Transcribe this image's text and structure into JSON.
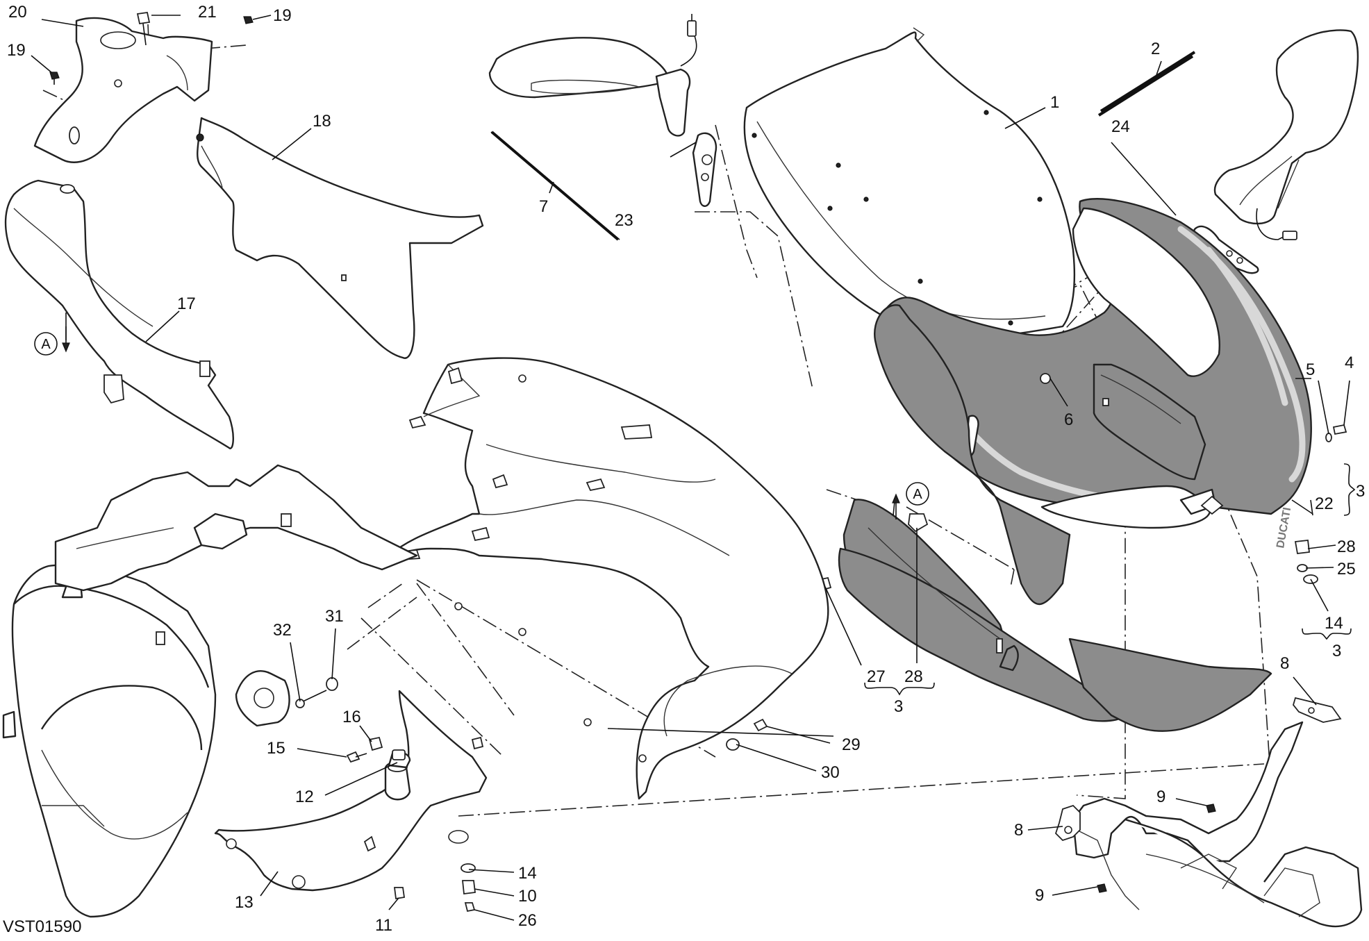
{
  "drawing_code": "VST01590",
  "brand_mark": "DUCATI",
  "view_reference": "A",
  "callouts": {
    "c1": "1",
    "c2": "2",
    "c3a": "3",
    "c3b": "3",
    "c3c": "3",
    "c4": "4",
    "c5": "5",
    "c6": "6",
    "c7": "7",
    "c8a": "8",
    "c8b": "8",
    "c9a": "9",
    "c9b": "9",
    "c10": "10",
    "c11": "11",
    "c12": "12",
    "c13": "13",
    "c14a": "14",
    "c14b": "14",
    "c15": "15",
    "c16": "16",
    "c17": "17",
    "c18": "18",
    "c19a": "19",
    "c19b": "19",
    "c20": "20",
    "c21": "21",
    "c22": "22",
    "c23": "23",
    "c24": "24",
    "c25": "25",
    "c26": "26",
    "c27": "27",
    "c28a": "28",
    "c28b": "28",
    "c29": "29",
    "c30": "30",
    "c31": "31",
    "c32": "32"
  }
}
